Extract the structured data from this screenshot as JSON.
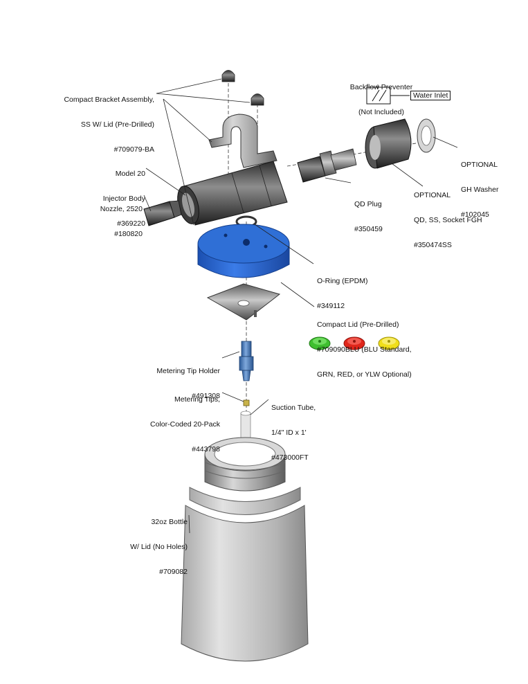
{
  "labels": {
    "bracket": [
      "Compact Bracket Assembly,",
      "SS W/ Lid (Pre-Drilled)",
      "#709079-BA"
    ],
    "injector": [
      "Model 20",
      "Injector Body",
      "#369220"
    ],
    "nozzle": [
      "Nozzle, 2520",
      "#180820"
    ],
    "backflow": [
      "Backflow Preventer",
      "(Not Included)"
    ],
    "water_inlet": "Water Inlet",
    "gh_washer": [
      "OPTIONAL",
      "GH Washer",
      "#102045"
    ],
    "qd_socket": [
      "OPTIONAL",
      "QD, SS, Socket FGH",
      "#350474SS"
    ],
    "qd_plug": [
      "QD Plug",
      "#350459"
    ],
    "oring": [
      "O-Ring (EPDM)",
      "#349112"
    ],
    "lid": [
      "Compact Lid (Pre-Drilled)",
      "#709090BLU (BLU Standard,",
      "GRN, RED, or YLW Optional)"
    ],
    "tip_holder": [
      "Metering Tip Holder",
      "#491308"
    ],
    "metering_tips": [
      "Metering Tips,",
      "Color-Coded 20-Pack",
      "#443798"
    ],
    "suction": [
      "Suction Tube,",
      "1/4\" ID x 1'",
      "#473000FT"
    ],
    "bottle": [
      "32oz Bottle",
      "W/ Lid (No Holes)",
      "#709082"
    ]
  },
  "colors": {
    "lid_blue": "#2f6fd6",
    "lid_green": "#3fbf2f",
    "lid_red": "#e0261b",
    "lid_yellow": "#f0de1a",
    "tip_holder_blue": "#4a7fc0",
    "steel": "#9a9a9a"
  }
}
